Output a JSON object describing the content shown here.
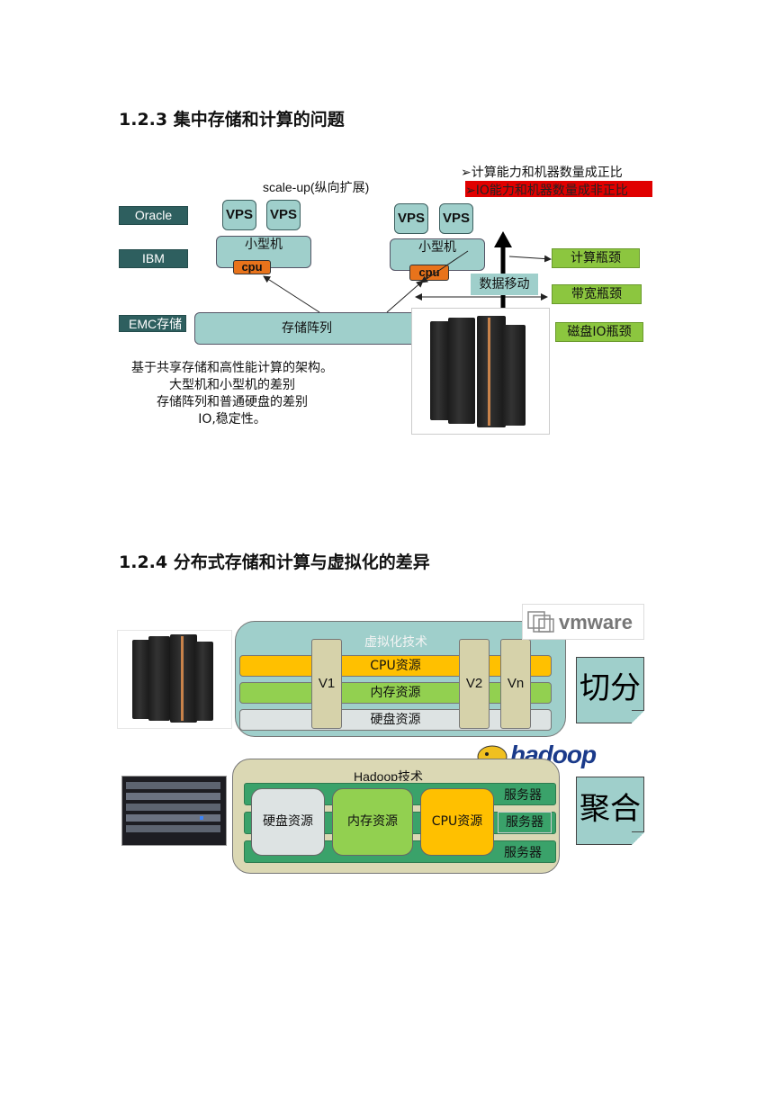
{
  "section1": {
    "heading": "1.2.3 集中存储和计算的问题",
    "scale_up_label": "scale-up(纵向扩展)",
    "bullet1": "➢计算能力和机器数量成正比",
    "bullet2": "➢IO能力和机器数量成非正比",
    "left_labels": [
      "Oracle",
      "IBM",
      "EMC存储"
    ],
    "vps_label": "VPS",
    "minicomputer_label": "小型机",
    "cpu_label": "cpu",
    "storage_array_label": "存储阵列",
    "data_move_label": "数据移动",
    "bottlenecks": [
      "计算瓶颈",
      "带宽瓶颈",
      "磁盘IO瓶颈"
    ],
    "description": [
      "基于共享存储和高性能计算的架构。",
      "大型机和小型机的差别",
      "存储阵列和普通硬盘的差别",
      "IO,稳定性。"
    ],
    "colors": {
      "dark_box": "#2e5f5f",
      "teal": "#9fcfcb",
      "cpu_orange": "#e8731b",
      "green": "#8cc63f",
      "red_highlight": "#e00000"
    }
  },
  "section2": {
    "heading": "1.2.4 分布式存储和计算与虚拟化的差异",
    "virtualization_title": "虚拟化技术",
    "vm_rows": [
      "CPU资源",
      "内存资源",
      "硬盘资源"
    ],
    "vm_columns": [
      "V1",
      "V2",
      "Vn"
    ],
    "vmware_logo": "vmware",
    "split_label": "切分",
    "hadoop_title": "Hadoop技术",
    "hadoop_logo": "hadoop",
    "server_label": "服务器",
    "hadoop_resources": [
      "硬盘资源",
      "内存资源",
      "CPU资源"
    ],
    "aggregate_label": "聚合",
    "colors": {
      "cpu_yellow": "#ffc000",
      "mem_green": "#92d050",
      "disk_gray": "#dde3e3",
      "hadoop_bg": "#dbd8b4",
      "server_green": "#3aa26a"
    }
  }
}
